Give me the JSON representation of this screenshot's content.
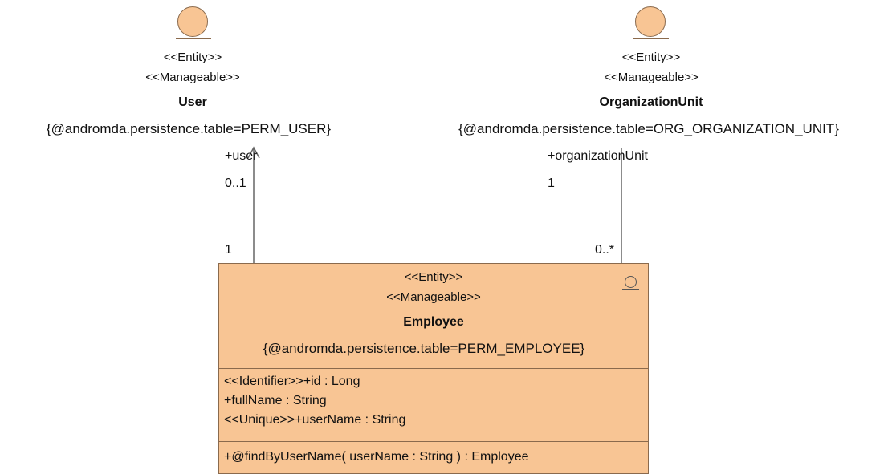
{
  "user": {
    "stereotype_entity": "<<Entity>>",
    "stereotype_manageable": "<<Manageable>>",
    "name": "User",
    "tagged_value": "{@andromda.persistence.table=PERM_USER}"
  },
  "organization_unit": {
    "stereotype_entity": "<<Entity>>",
    "stereotype_manageable": "<<Manageable>>",
    "name": "OrganizationUnit",
    "tagged_value": "{@andromda.persistence.table=ORG_ORGANIZATION_UNIT}"
  },
  "employee": {
    "stereotype_entity": "<<Entity>>",
    "stereotype_manageable": "<<Manageable>>",
    "name": "Employee",
    "tagged_value": "{@andromda.persistence.table=PERM_EMPLOYEE}",
    "attributes": [
      "<<Identifier>>+id : Long",
      "+fullName : String",
      "<<Unique>>+userName : String"
    ],
    "operations": [
      "+@findByUserName( userName : String ) : Employee"
    ]
  },
  "associations": {
    "employee_user": {
      "role": "+user",
      "target_multiplicity": "0..1",
      "source_multiplicity": "1"
    },
    "employee_org_unit": {
      "role": "+organizationUnit",
      "target_multiplicity": "1",
      "source_multiplicity": "0..*"
    }
  },
  "colors": {
    "entity_fill": "#f8c594",
    "entity_border": "#8a6a4d",
    "line": "#666666"
  }
}
